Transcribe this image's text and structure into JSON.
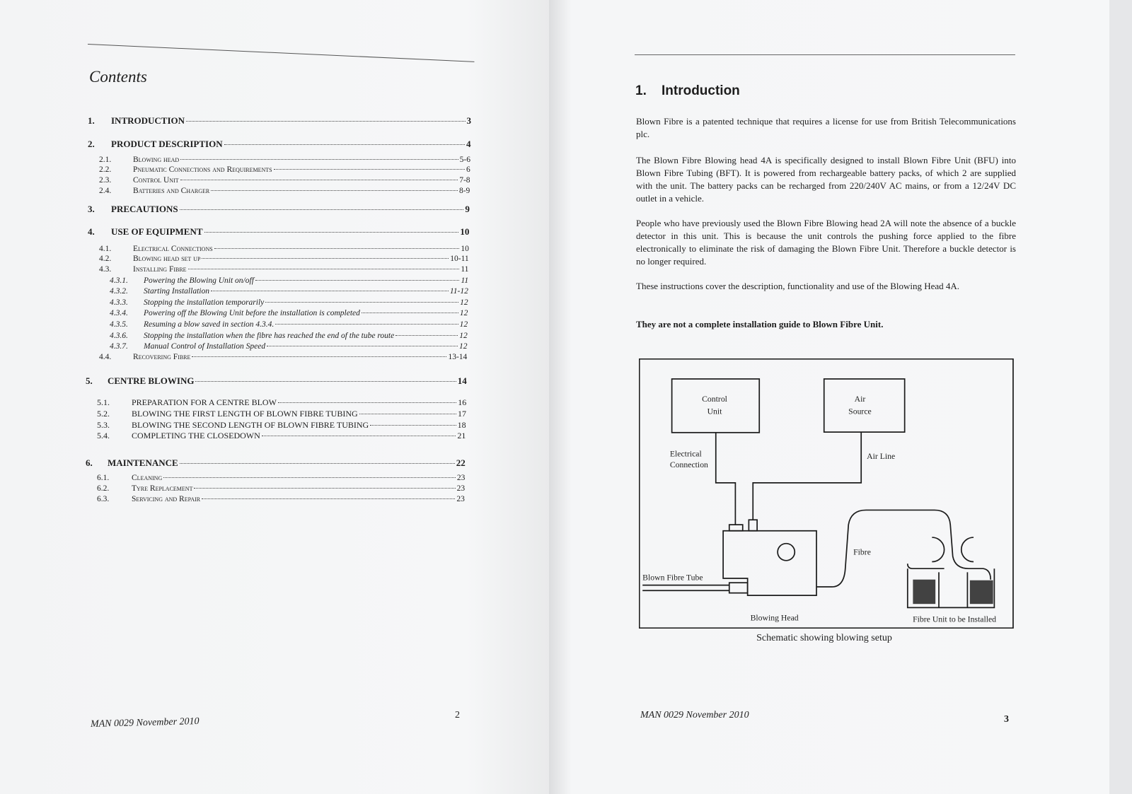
{
  "left_page": {
    "heading": "Contents",
    "toc": [
      {
        "num": "1.",
        "title": "Introduction",
        "page": "3",
        "level": 1
      },
      {
        "num": "2.",
        "title": "Product Description",
        "page": "4",
        "level": 1
      },
      {
        "num": "2.1.",
        "title": "Blowing head",
        "page": "5-6",
        "level": 2
      },
      {
        "num": "2.2.",
        "title": "Pneumatic Connections and Requirements",
        "page": "6",
        "level": 2
      },
      {
        "num": "2.3.",
        "title": "Control Unit",
        "page": "7-8",
        "level": 2
      },
      {
        "num": "2.4.",
        "title": "Batteries and Charger",
        "page": "8-9",
        "level": 2
      },
      {
        "num": "3.",
        "title": "Precautions",
        "page": "9",
        "level": 1
      },
      {
        "num": "4.",
        "title": "Use of Equipment",
        "page": "10",
        "level": 1
      },
      {
        "num": "4.1.",
        "title": "Electrical Connections",
        "page": "10",
        "level": 2
      },
      {
        "num": "4.2.",
        "title": "Blowing head set up",
        "page": "10-11",
        "level": 2
      },
      {
        "num": "4.3.",
        "title": "Installing Fibre",
        "page": "11",
        "level": 2
      },
      {
        "num": "4.3.1.",
        "title": "Powering the Blowing Unit on/off",
        "page": "11",
        "level": 3
      },
      {
        "num": "4.3.2.",
        "title": "Starting Installation",
        "page": "11-12",
        "level": 3
      },
      {
        "num": "4.3.3.",
        "title": "Stopping the installation temporarily",
        "page": "12",
        "level": 3
      },
      {
        "num": "4.3.4.",
        "title": "Powering off the Blowing Unit before the installation is completed",
        "page": "12",
        "level": 3
      },
      {
        "num": "4.3.5.",
        "title": "Resuming a blow saved in section 4.3.4.",
        "page": "12",
        "level": 3
      },
      {
        "num": "4.3.6.",
        "title": "Stopping the installation when the fibre has reached the end of the tube route",
        "page": "12",
        "level": 3
      },
      {
        "num": "4.3.7.",
        "title": "Manual Control of Installation Speed",
        "page": "12",
        "level": 3
      },
      {
        "num": "4.4.",
        "title": "Recovering Fibre",
        "page": "13-14",
        "level": 2
      },
      {
        "num": "5.",
        "title": "Centre Blowing",
        "page": "14",
        "level": 1
      },
      {
        "num": "5.1.",
        "title": "Preparation for a centre blow",
        "page": "16",
        "level": "2u"
      },
      {
        "num": "5.2.",
        "title": "Blowing the first length of blown fibre tubing",
        "page": "17",
        "level": "2u"
      },
      {
        "num": "5.3.",
        "title": "Blowing the second length of blown fibre tubing",
        "page": "18",
        "level": "2u"
      },
      {
        "num": "5.4.",
        "title": "Completing the closedown",
        "page": "21",
        "level": "2u"
      },
      {
        "num": "6.",
        "title": "Maintenance",
        "page": "22",
        "level": 1
      },
      {
        "num": "6.1.",
        "title": "Cleaning",
        "page": "23",
        "level": 2
      },
      {
        "num": "6.2.",
        "title": "Tyre Replacement",
        "page": "23",
        "level": 2
      },
      {
        "num": "6.3.",
        "title": "Servicing and Repair",
        "page": "23",
        "level": 2
      }
    ],
    "footer": "MAN 0029 November 2010",
    "page_number": "2"
  },
  "right_page": {
    "heading_num": "1.",
    "heading": "Introduction",
    "paragraphs": [
      "Blown Fibre is a patented technique that requires a license for use from British Telecommunications plc.",
      "The Blown Fibre Blowing head 4A is specifically designed to install Blown Fibre Unit (BFU) into Blown Fibre Tubing (BFT).  It is powered from rechargeable battery packs, of which 2 are supplied with the unit.  The battery packs can be recharged from 220/240V AC mains, or from a 12/24V DC outlet in a vehicle.",
      "People who have previously used the Blown Fibre Blowing head 2A will note the absence of a buckle detector in this unit. This is because the unit controls the pushing force applied to the fibre electronically to eliminate the risk of damaging the Blown Fibre Unit. Therefore a buckle detector is no longer required.",
      "These instructions cover the description, functionality and use of the Blowing Head 4A."
    ],
    "bold_note": "They are not a complete installation guide to Blown Fibre Unit.",
    "diagram": {
      "control_unit": [
        "Control",
        "Unit"
      ],
      "air_source": [
        "Air",
        "Source"
      ],
      "electrical_connection": [
        "Electrical",
        "Connection"
      ],
      "air_line": "Air Line",
      "fibre": "Fibre",
      "blown_fibre_tube": "Blown Fibre Tube",
      "blowing_head": "Blowing Head",
      "fibre_unit": "Fibre Unit to be Installed"
    },
    "caption": "Schematic showing blowing setup",
    "footer": "MAN 0029 November 2010",
    "page_number": "3"
  }
}
